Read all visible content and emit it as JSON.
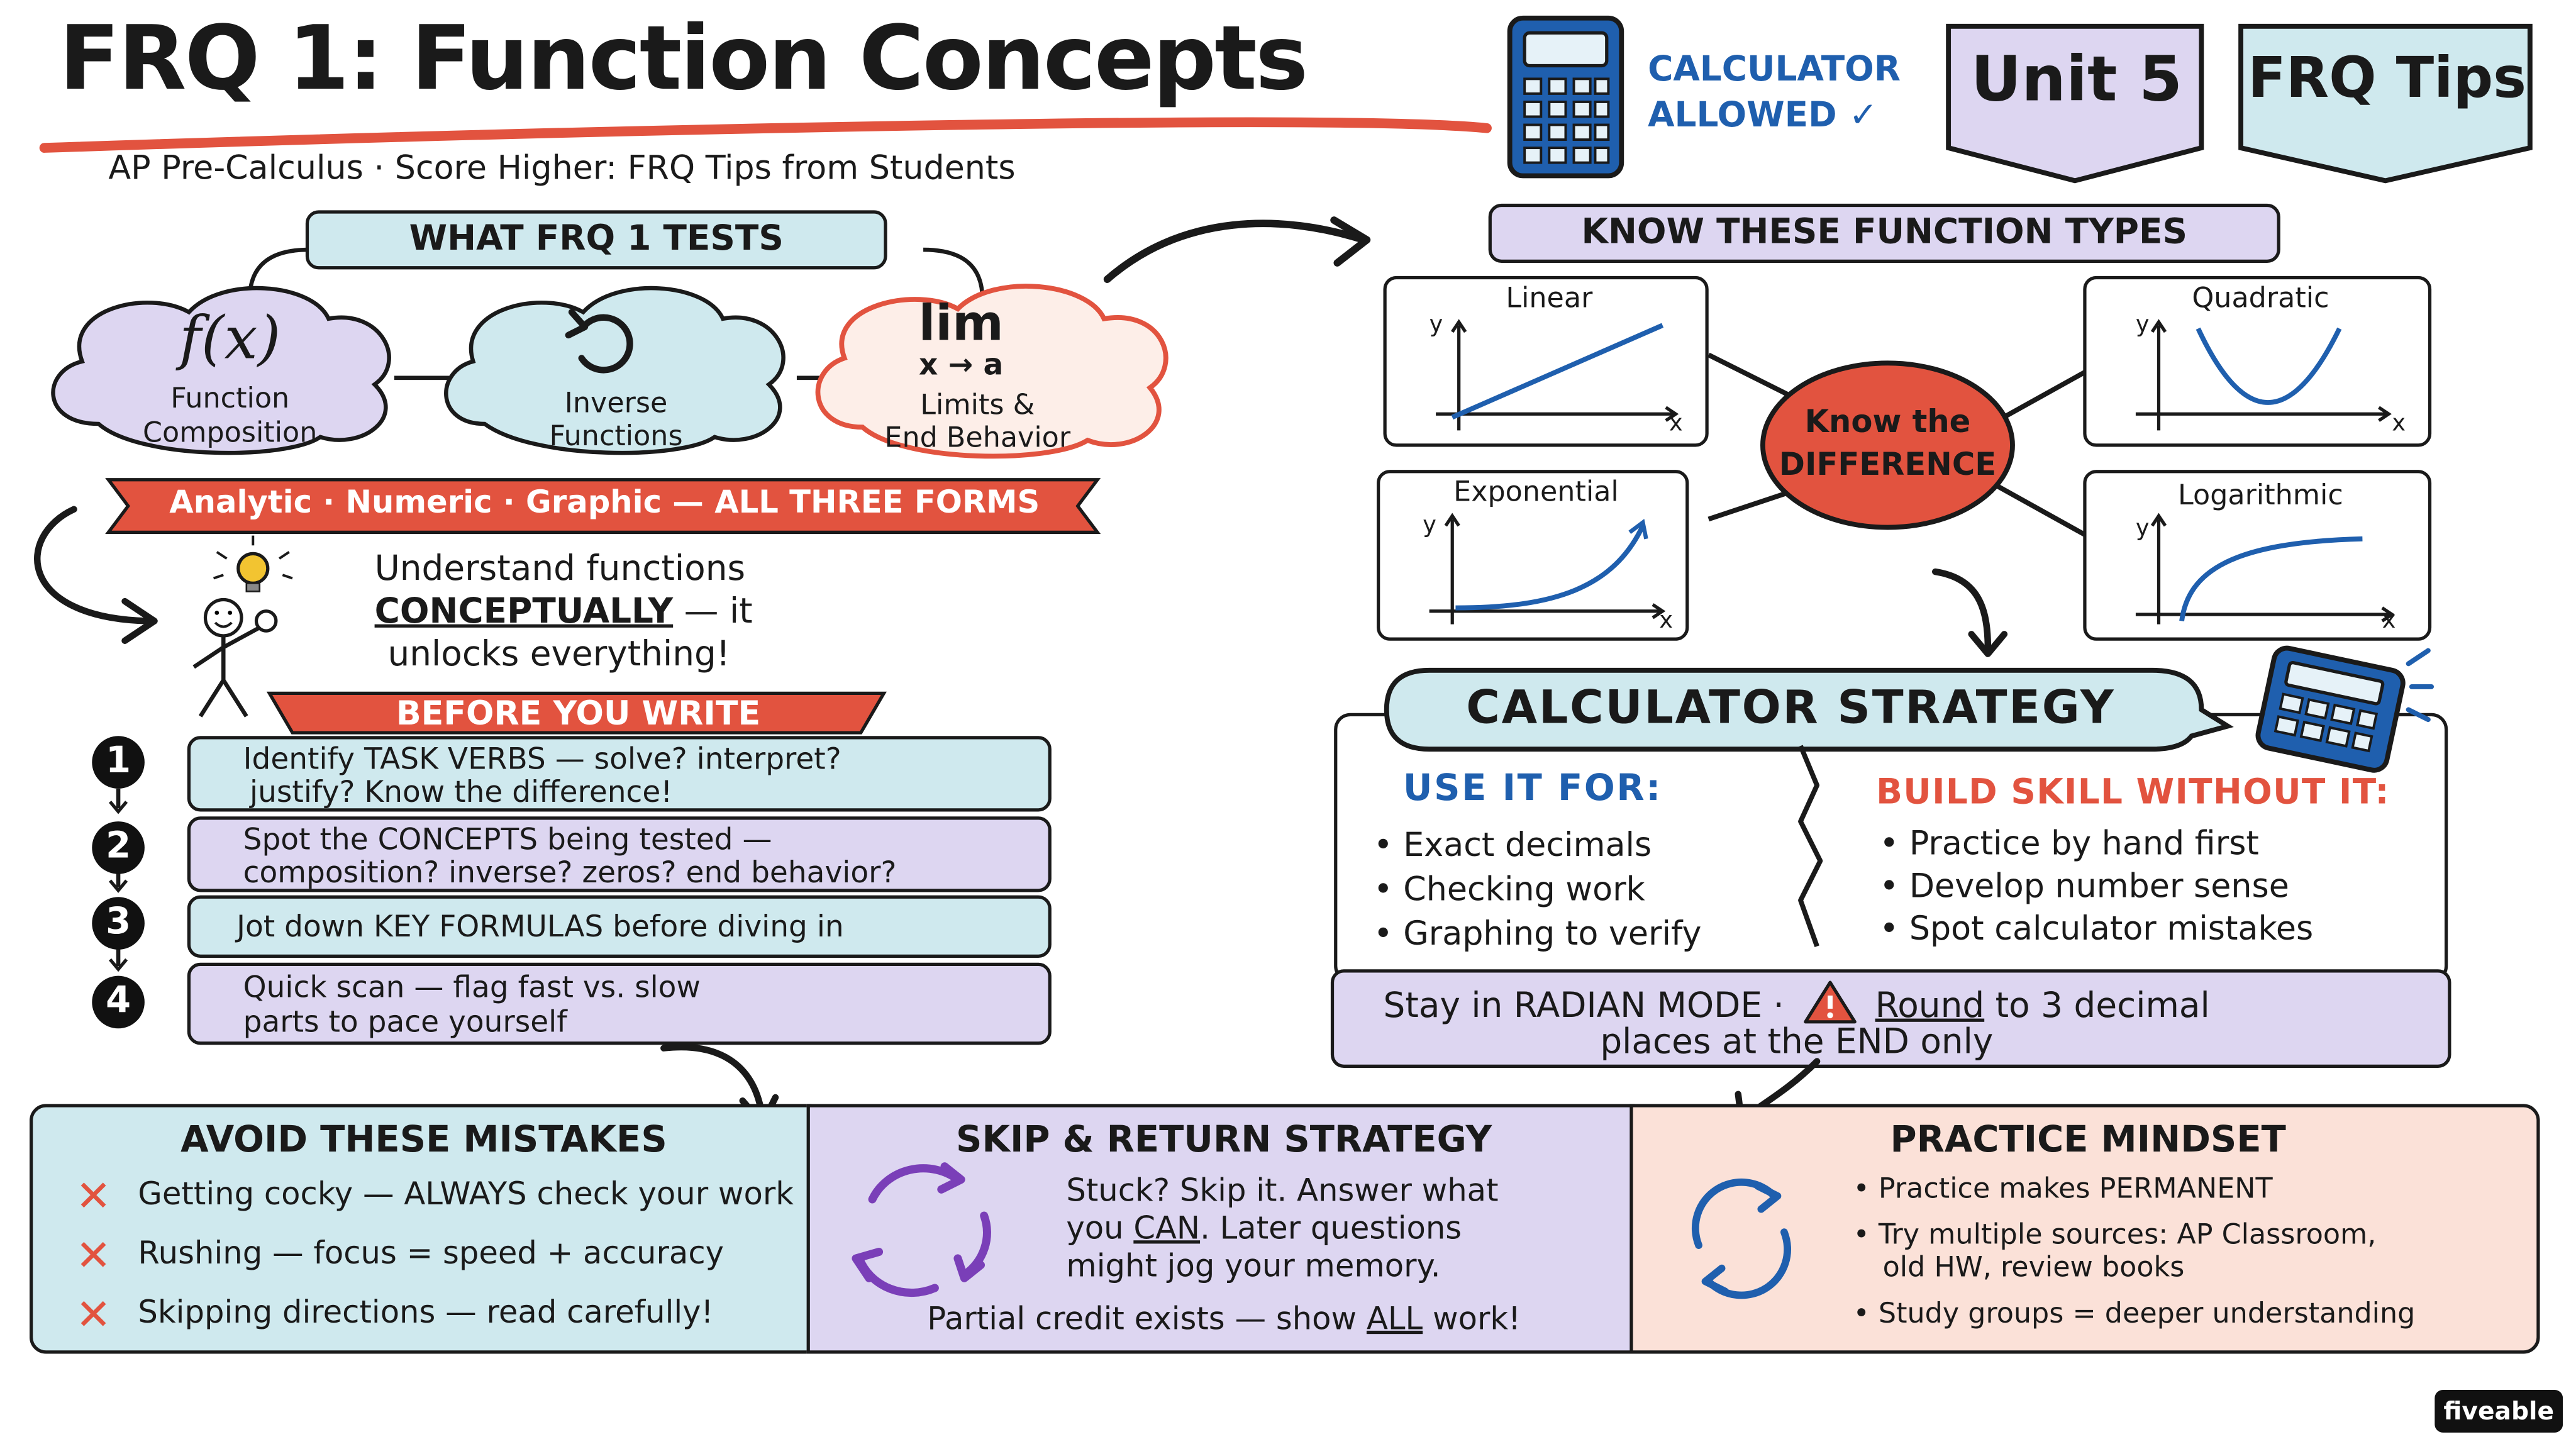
{
  "header": {
    "title": "FRQ 1: Function Concepts",
    "subtitle": "AP Pre-Calculus · Score Higher: FRQ Tips from Students",
    "calc_line1": "CALCULATOR",
    "calc_line2": "ALLOWED ✓",
    "unit_badge": "Unit 5",
    "tips_badge": "FRQ Tips"
  },
  "tests": {
    "heading": "WHAT FRQ 1 TESTS",
    "clouds": [
      {
        "symbol": "f(x)",
        "line1": "Function",
        "line2": "Composition"
      },
      {
        "line1": "Inverse",
        "line2": "Functions"
      },
      {
        "symbol": "lim",
        "sub": "x → a",
        "line1": "Limits &",
        "line2": "End Behavior"
      }
    ],
    "forms_banner": "Analytic · Numeric · Graphic — ALL THREE FORMS",
    "concept_line1": "Understand functions",
    "concept_word": "CONCEPTUALLY",
    "concept_line2_rest": " — it",
    "concept_line3": "unlocks everything!"
  },
  "before": {
    "heading": "BEFORE YOU WRITE",
    "steps": [
      {
        "num": "1",
        "line1": "Identify TASK VERBS — solve? interpret?",
        "line2": "justify? Know the difference!"
      },
      {
        "num": "2",
        "line1": "Spot the CONCEPTS being tested —",
        "line2": "composition? inverse? zeros? end behavior?"
      },
      {
        "num": "3",
        "line1": "Jot down KEY FORMULAS before diving in",
        "line2": ""
      },
      {
        "num": "4",
        "line1": "Quick scan — flag fast vs. slow",
        "line2": "parts to pace yourself"
      }
    ]
  },
  "types": {
    "heading": "KNOW THESE FUNCTION TYPES",
    "center_line1": "Know the",
    "center_line2": "DIFFERENCE",
    "axis_y": "y",
    "axis_x": "x",
    "graphs": [
      "Linear",
      "Quadratic",
      "Exponential",
      "Logarithmic"
    ]
  },
  "calculator": {
    "heading": "CALCULATOR STRATEGY",
    "use_title": "USE IT FOR:",
    "use_items": [
      "• Exact decimals",
      "• Checking work",
      "• Graphing to verify"
    ],
    "build_title": "BUILD SKILL WITHOUT IT:",
    "build_items": [
      "• Practice by hand first",
      "• Develop number sense",
      "• Spot calculator mistakes"
    ],
    "note_part1": "Stay in RADIAN MODE ·",
    "note_round": "Round",
    "note_part2": "to 3 decimal",
    "note_line2": "places at the END only"
  },
  "mistakes": {
    "heading": "AVOID THESE MISTAKES",
    "items": [
      "Getting cocky — ALWAYS check your work",
      "Rushing — focus = speed + accuracy",
      "Skipping directions — read carefully!"
    ]
  },
  "skip": {
    "heading": "SKIP & RETURN STRATEGY",
    "line1": "Stuck? Skip it. Answer what",
    "line2_a": "you ",
    "line2_can": "CAN",
    "line2_b": ". Later questions",
    "line3": "might jog your memory.",
    "footer_a": "Partial credit exists — show ",
    "footer_all": "ALL",
    "footer_b": " work!"
  },
  "practice": {
    "heading": "PRACTICE MINDSET",
    "item1": "• Practice makes PERMANENT",
    "item2_line1": "• Try multiple sources: AP Classroom,",
    "item2_line2": "old HW, review books",
    "item3": "• Study groups = deeper understanding"
  },
  "brand": "fiveable",
  "colors": {
    "teal": "#cfe9ee",
    "lavender": "#ddd6f1",
    "peach": "#fbe1d8",
    "red": "#e2533f",
    "blue": "#1f5fae"
  }
}
